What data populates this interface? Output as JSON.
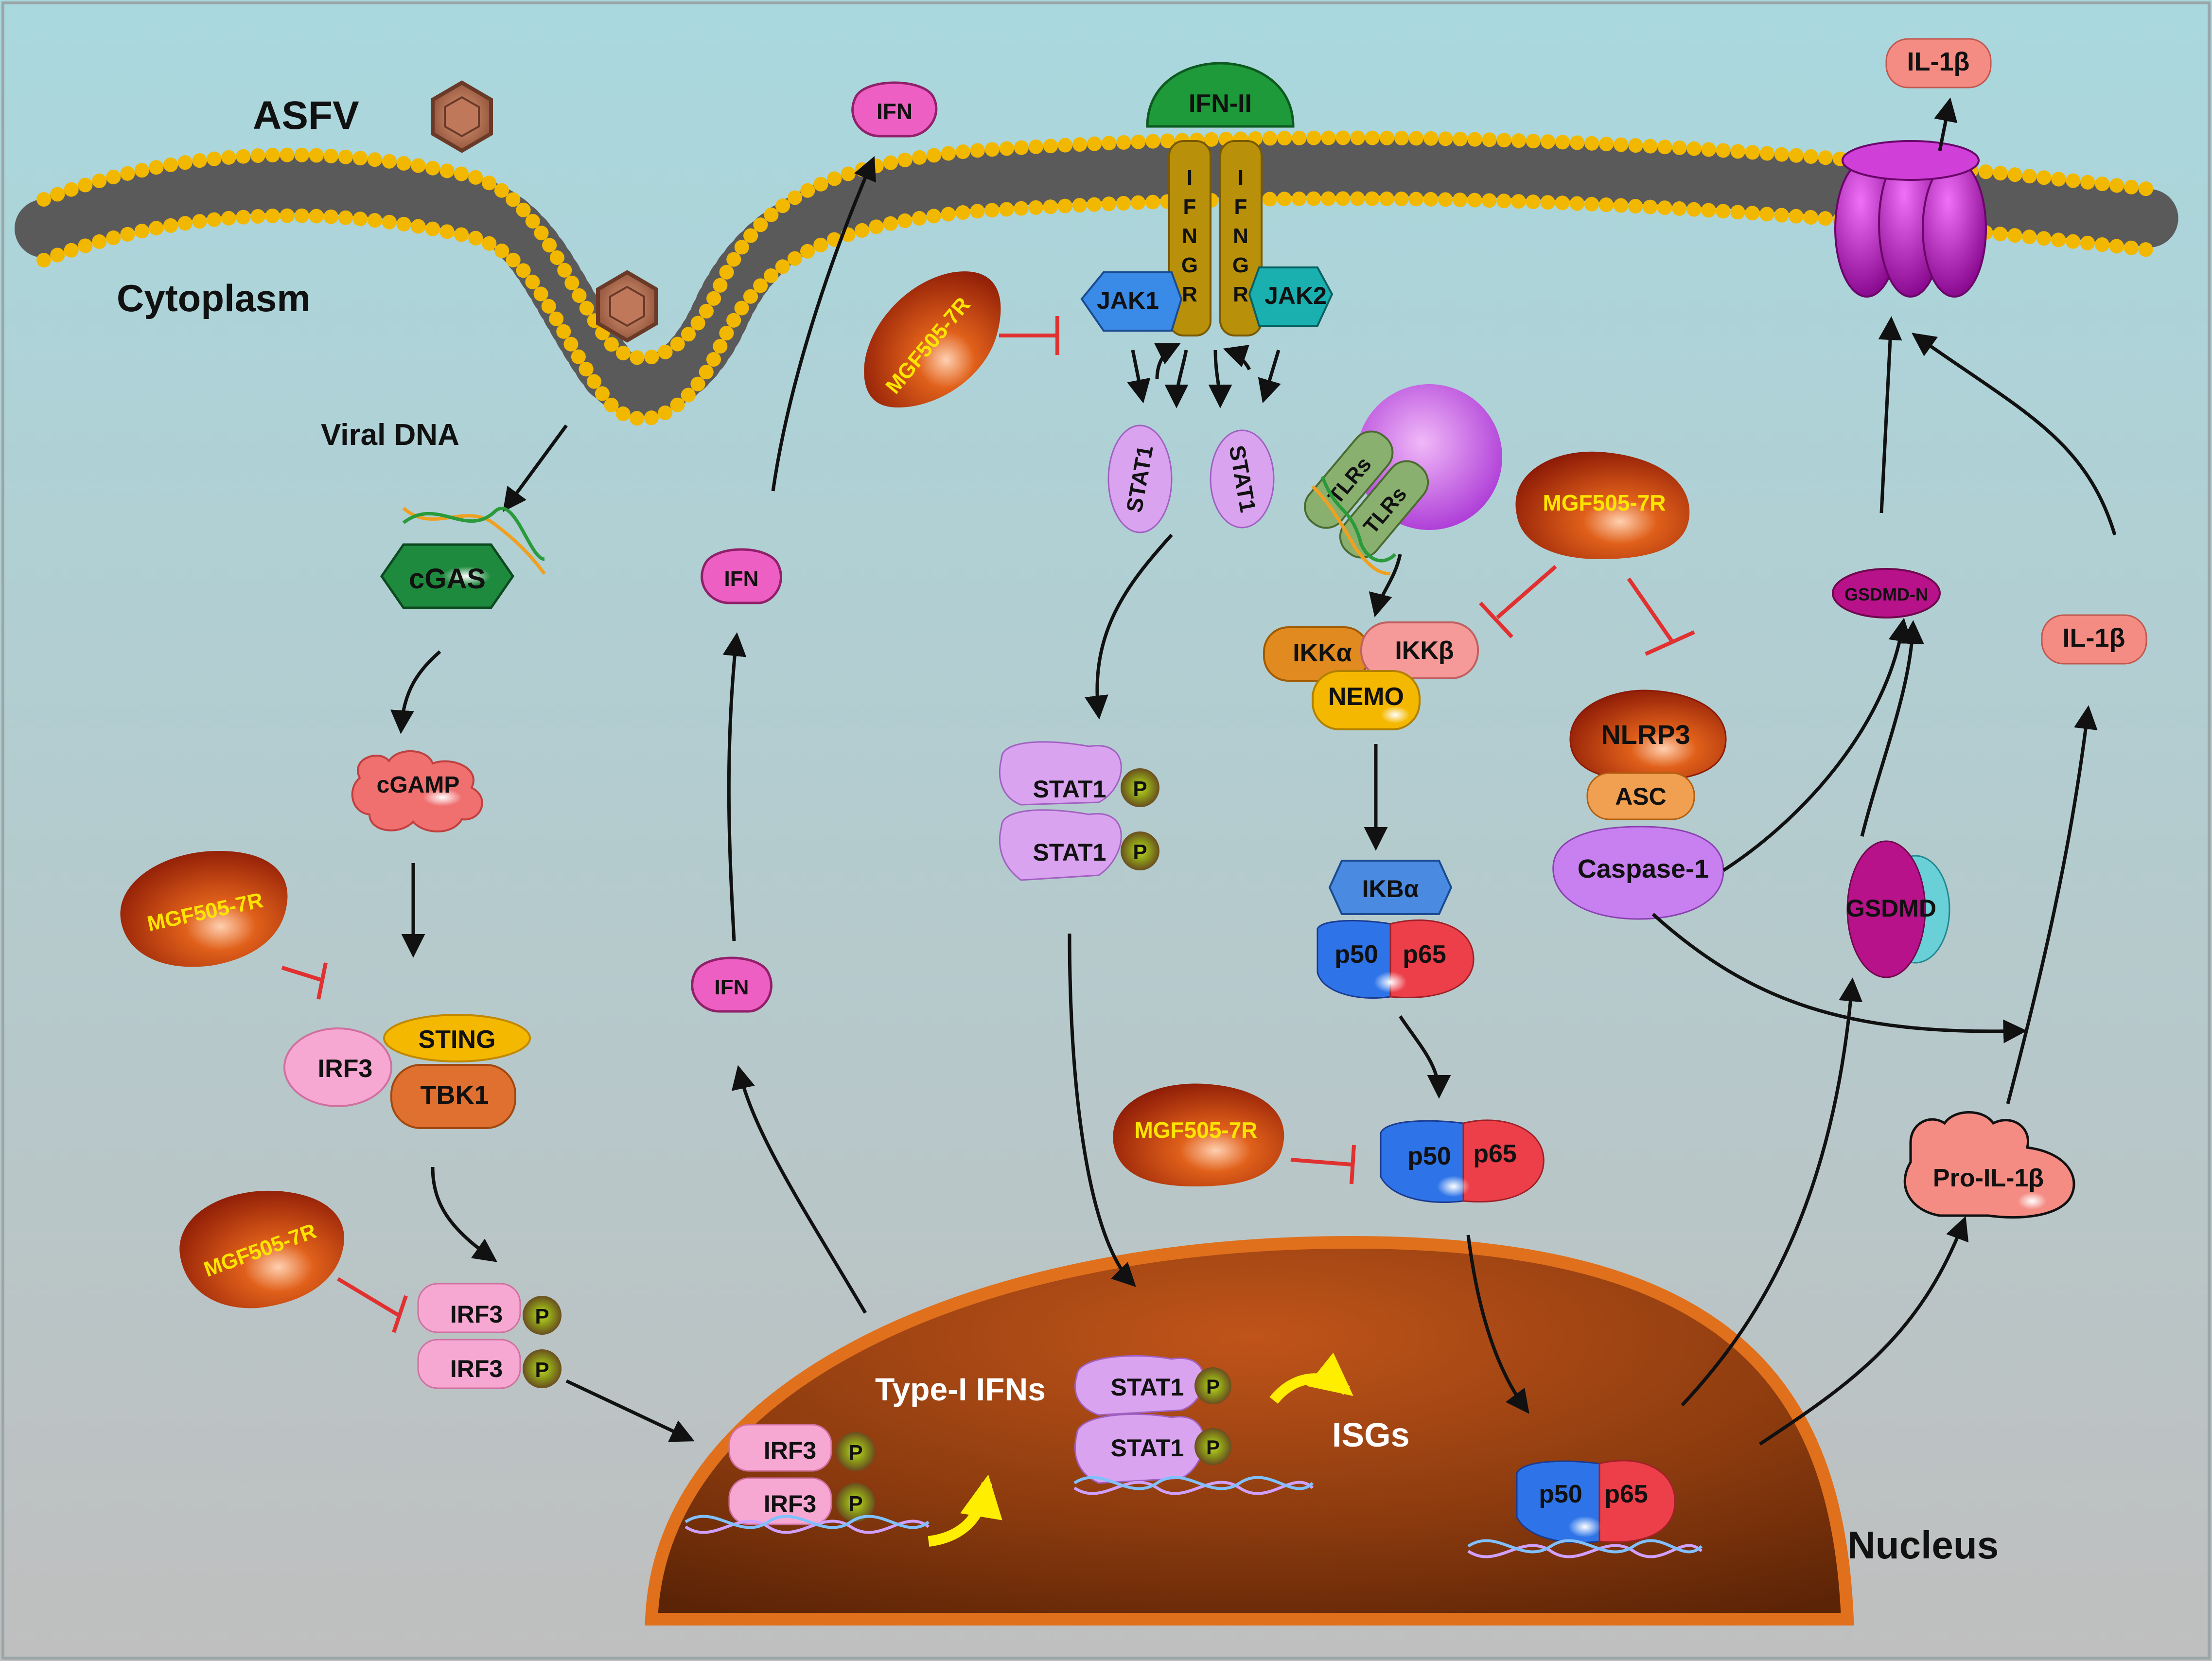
{
  "labels": {
    "asfv": "ASFV",
    "cytoplasm": "Cytoplasm",
    "viral_dna": "Viral DNA",
    "nucleus": "Nucleus",
    "type_i_ifns": "Type-I IFNs",
    "isgs": "ISGs"
  },
  "proteins": {
    "cgas": "cGAS",
    "cgamp": "cGAMP",
    "sting": "STING",
    "tbk1": "TBK1",
    "irf3": "IRF3",
    "ifn": "IFN",
    "ifn_ii": "IFN-II",
    "ifngr_letters": [
      "I",
      "F",
      "N",
      "G",
      "R"
    ],
    "jak1": "JAK1",
    "jak2": "JAK2",
    "stat1": "STAT1",
    "tlrs": "TLRs",
    "ikk_alpha": "IKKα",
    "ikk_beta": "IKKβ",
    "nemo": "NEMO",
    "ikb_alpha": "IKBα",
    "p50": "p50",
    "p65": "p65",
    "nlrp3": "NLRP3",
    "asc": "ASC",
    "caspase1": "Caspase-1",
    "gsdmd": "GSDMD",
    "gsdmd_n": "GSDMD-N",
    "il1b": "IL-1β",
    "pro_il1b": "Pro-IL-1β",
    "phospho": "P",
    "mgf": "MGF505-7R"
  },
  "colors": {
    "background_top": "#a9d8de",
    "background_bottom": "#bfbfbf",
    "membrane_head": "#f2b800",
    "inhibition": "#e03030",
    "mgf_body": "#b8320c",
    "mgf_text": "#ffe400",
    "nucleus_body": "#9c3e0c",
    "nucleus_rim": "#e0701c",
    "stat1": "#d9a3f0",
    "irf3": "#f7a8d2",
    "ifn": "#ee5fc3",
    "il1b": "#f48c84",
    "p50": "#2e74e8",
    "p65": "#ec3f4a",
    "pore": "#c020c8",
    "isg_arrow": "#ffee00"
  }
}
